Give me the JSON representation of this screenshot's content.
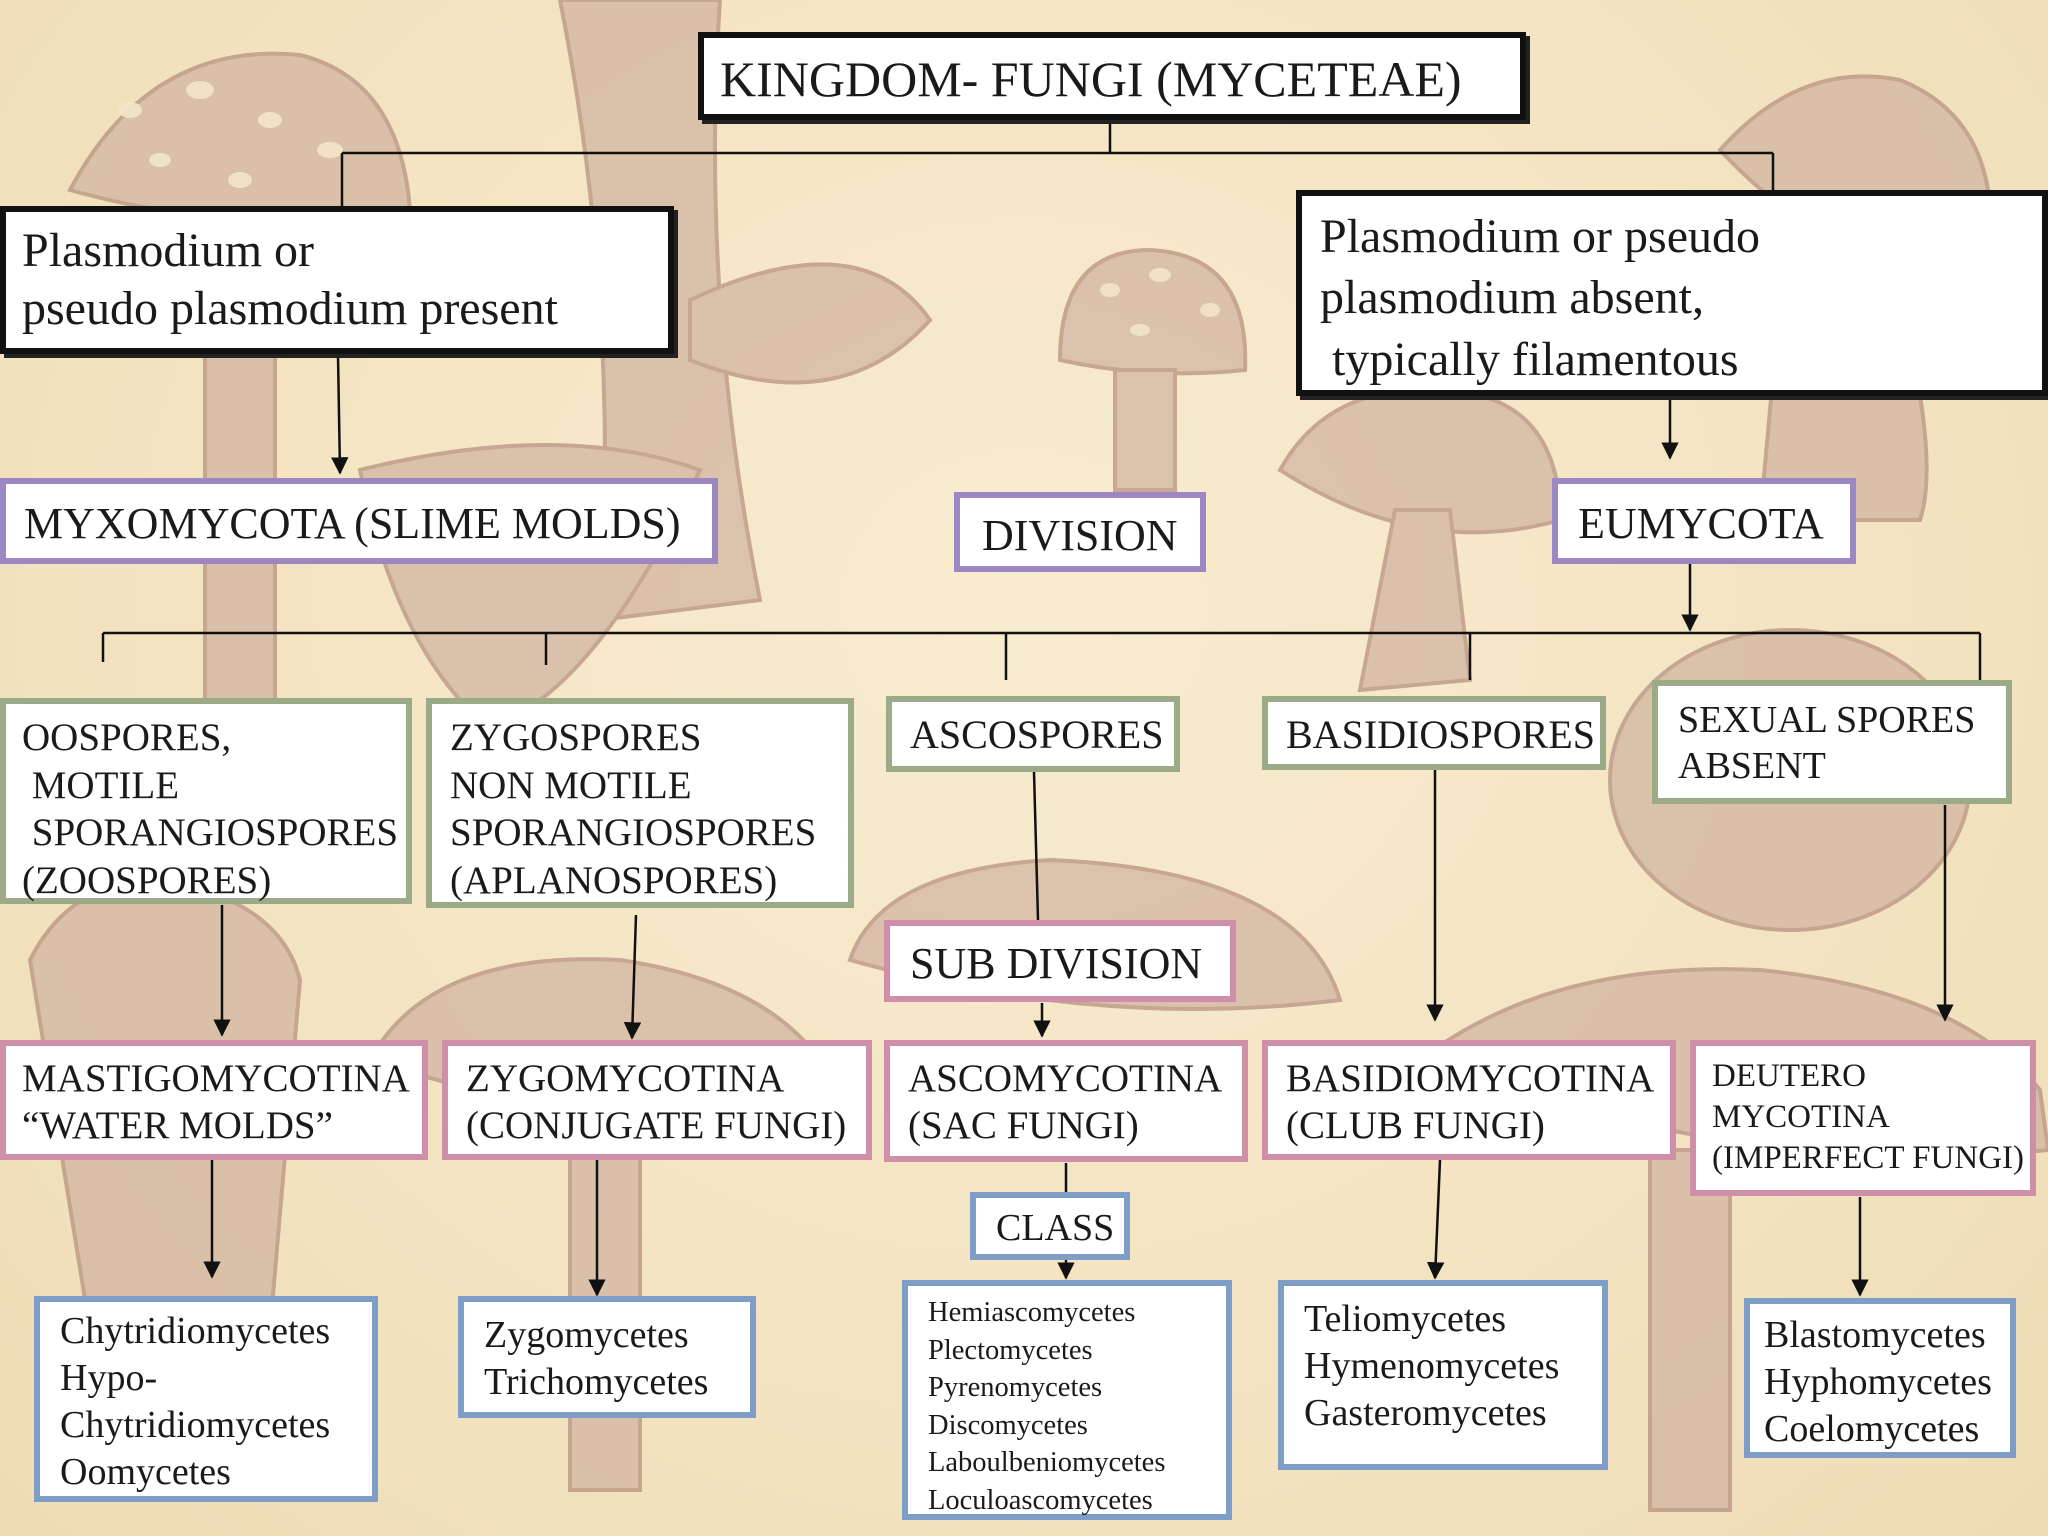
{
  "title": "KINGDOM- FUNGI (MYCETEAE)",
  "branch_left": [
    "Plasmodium or",
    "pseudo plasmodium present"
  ],
  "branch_right": [
    "Plasmodium or pseudo",
    "plasmodium absent,",
    " typically filamentous"
  ],
  "myxomycota": "MYXOMYCOTA (SLIME MOLDS)",
  "division_label": "DIVISION",
  "eumycota": "EUMYCOTA",
  "spores": [
    {
      "lines": [
        "OOSPORES,",
        " MOTILE",
        " SPORANGIOSPORES",
        "(ZOOSPORES)"
      ]
    },
    {
      "lines": [
        "ZYGOSPORES",
        "NON MOTILE",
        "SPORANGIOSPORES",
        "(APLANOSPORES)"
      ]
    },
    {
      "lines": [
        "ASCOSPORES"
      ]
    },
    {
      "lines": [
        "BASIDIOSPORES"
      ]
    },
    {
      "lines": [
        "SEXUAL SPORES",
        "ABSENT"
      ]
    }
  ],
  "subdivision_label": "SUB DIVISION",
  "subdivisions": [
    {
      "lines": [
        "MASTIGOMYCOTINA",
        "“WATER MOLDS”"
      ]
    },
    {
      "lines": [
        "ZYGOMYCOTINA",
        "(CONJUGATE FUNGI)"
      ]
    },
    {
      "lines": [
        "ASCOMYCOTINA",
        "(SAC FUNGI)"
      ]
    },
    {
      "lines": [
        "BASIDIOMYCOTINA",
        "(CLUB FUNGI)"
      ]
    },
    {
      "lines": [
        "DEUTERO",
        "MYCOTINA",
        "(IMPERFECT FUNGI)"
      ]
    }
  ],
  "class_label": "CLASS",
  "classes": [
    {
      "lines": [
        "Chytridiomycetes",
        "Hypo-",
        "Chytridiomycetes",
        "Oomycetes"
      ]
    },
    {
      "lines": [
        "Zygomycetes",
        "Trichomycetes"
      ]
    },
    {
      "lines": [
        "Hemiascomycetes",
        "Plectomycetes",
        "Pyrenomycetes",
        "Discomycetes",
        "Laboulbeniomycetes",
        "Loculoascomycetes"
      ]
    },
    {
      "lines": [
        "Teliomycetes",
        "Hymenomycetes",
        "Gasteromycetes"
      ]
    },
    {
      "lines": [
        "Blastomycetes",
        "Hyphomycetes",
        "Coelomycetes"
      ]
    }
  ],
  "colors": {
    "background": "#f5e8c8",
    "illustration": "#c9ab98",
    "title_border": "#111111",
    "division_border": "#9d87c2",
    "spore_border": "#9bab88",
    "subdivision_border": "#cf8fa8",
    "class_border": "#7f9ec7"
  }
}
